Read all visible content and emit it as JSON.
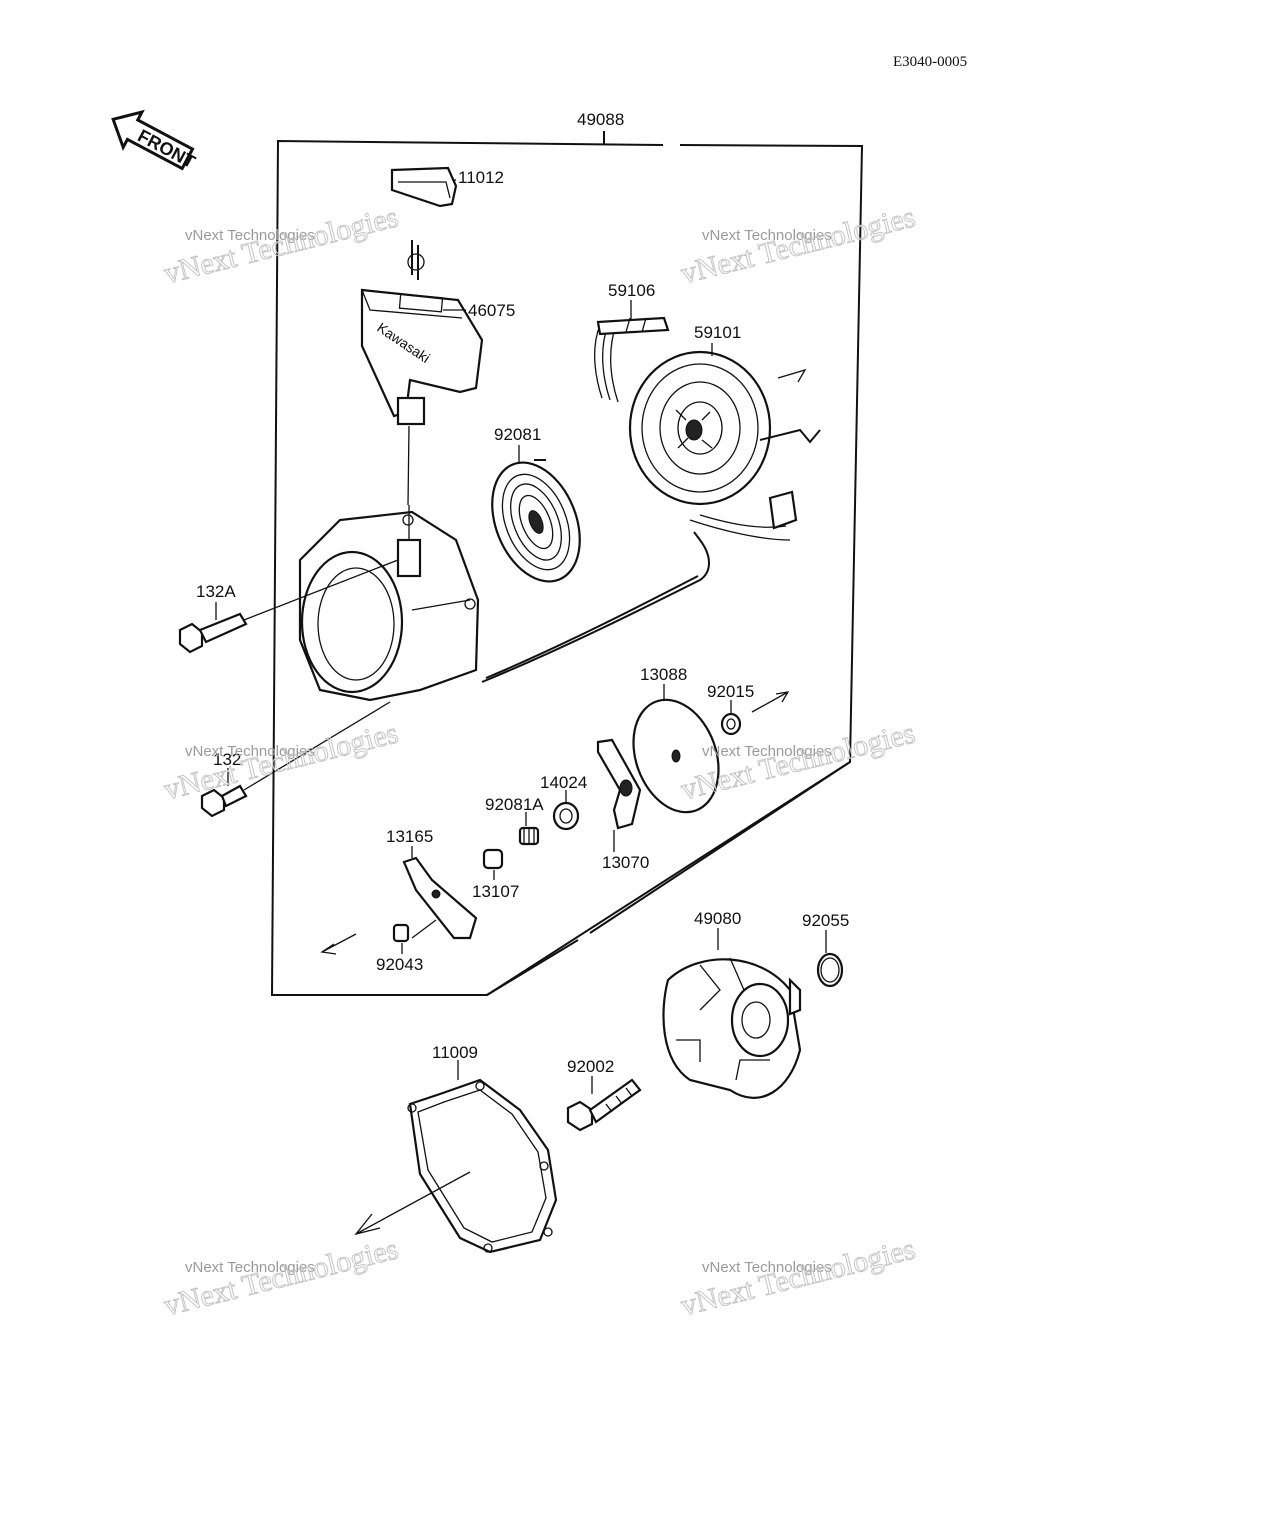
{
  "diagram_code": "E3040-0005",
  "front_arrow_label": "FRONT",
  "handle_brand": "Kawasaki",
  "watermark": {
    "line1": "vNext Technologies",
    "line2": "vNext Technologies"
  },
  "parts": {
    "p49088": "49088",
    "p11012": "11012",
    "p46075": "46075",
    "p59106": "59106",
    "p59101": "59101",
    "p92081": "92081",
    "p132A": "132A",
    "p13088": "13088",
    "p92015": "92015",
    "p132": "132",
    "p14024": "14024",
    "p92081A": "92081A",
    "p13165": "13165",
    "p13107": "13107",
    "p13070": "13070",
    "p92043": "92043",
    "p49080": "49080",
    "p92055": "92055",
    "p11009": "11009",
    "p92002": "92002"
  }
}
